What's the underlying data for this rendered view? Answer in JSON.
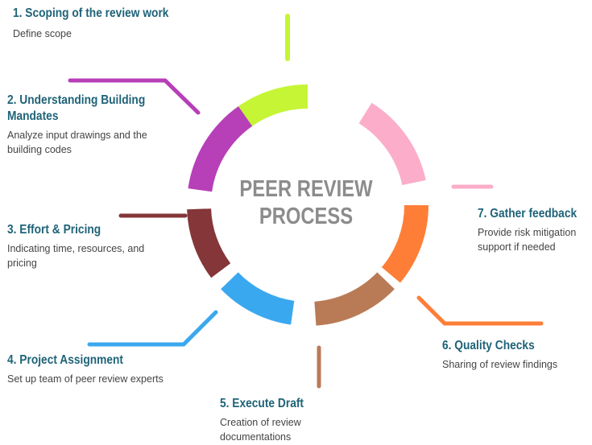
{
  "center": {
    "line1": "PEER REVIEW",
    "line2": "PROCESS"
  },
  "steps": [
    {
      "title": "1. Scoping of the review work",
      "desc": "Define scope",
      "color": "#c5f535"
    },
    {
      "title": "2. Understanding Building Mandates",
      "title_l1": "2. Understanding Building",
      "title_l2": "Mandates",
      "desc": "Analyze input drawings and the building codes",
      "color": "#b73fb8"
    },
    {
      "title": "3. Effort & Pricing",
      "desc": "Indicating time, resources, and pricing",
      "color": "#843639"
    },
    {
      "title": "4. Project Assignment",
      "desc": "Set up team of peer review experts",
      "color": "#3aa8ef"
    },
    {
      "title": "5. Execute Draft",
      "desc": "Creation of review documentations",
      "color": "#b97b56"
    },
    {
      "title": "6. Quality Checks",
      "desc": "Sharing of review findings",
      "color": "#fe7e38"
    },
    {
      "title": "7. Gather feedback",
      "desc": "Provide risk mitigation support if needed",
      "color": "#fbadc9"
    }
  ]
}
